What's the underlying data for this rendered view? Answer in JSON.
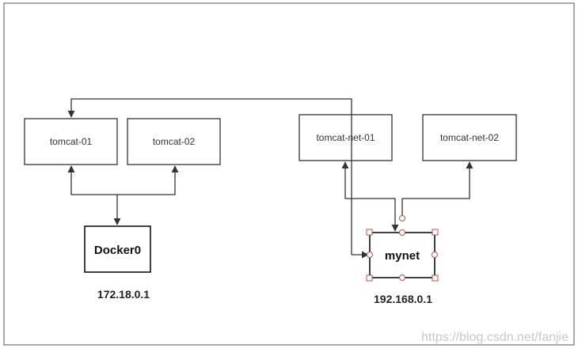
{
  "diagram": {
    "nodes": {
      "tomcat01": "tomcat-01",
      "tomcat02": "tomcat-02",
      "tomcatnet01": "tomcat-net-01",
      "tomcatnet02": "tomcat-net-02",
      "docker0": "Docker0",
      "mynet": "mynet"
    },
    "addresses": {
      "docker0": "172.18.0.1",
      "mynet": "192.168.0.1"
    },
    "selection_color": "#c0504d",
    "line_color": "#333333"
  },
  "watermark": "https://blog.csdn.net/fanjie"
}
